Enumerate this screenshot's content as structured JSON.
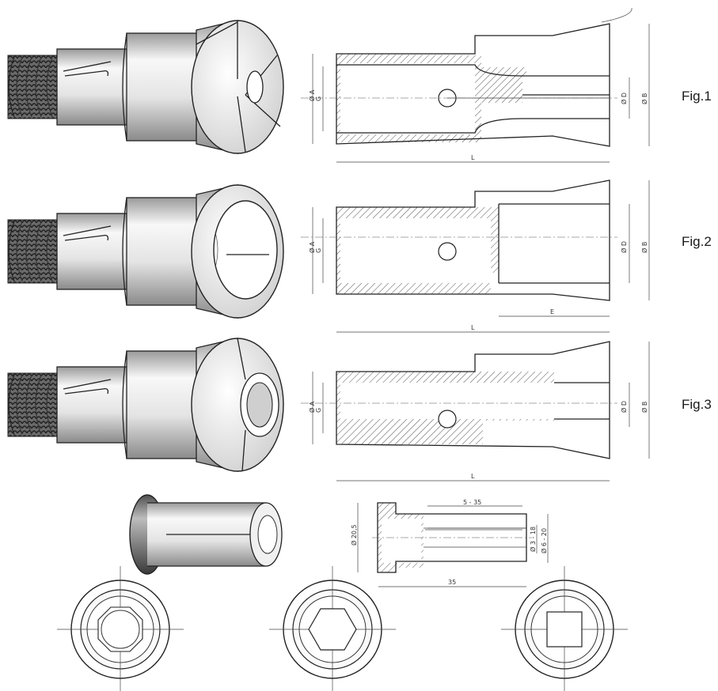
{
  "figure_labels": [
    "Fig.1",
    "Fig.2",
    "Fig.3"
  ],
  "dimensions": {
    "fig1": {
      "diam_a": "Ø A",
      "g": "G",
      "diam_d": "Ø D",
      "diam_b": "Ø B",
      "l": "L"
    },
    "fig2": {
      "diam_a": "Ø A",
      "g": "G",
      "diam_d": "Ø D",
      "diam_b": "Ø B",
      "e": "E",
      "l": "L"
    },
    "fig3": {
      "diam_a": "Ø A",
      "g": "G",
      "diam_d": "Ø D",
      "diam_b": "Ø B",
      "l": "L"
    },
    "pad": {
      "width_range": "5 - 35",
      "diam_ext": "Ø 20,5",
      "bore_range": "Ø 3 - 18",
      "outer_range": "Ø 6 - 20",
      "length": "35"
    }
  },
  "colors": {
    "line": "#222222",
    "hatch": "#555555",
    "shade_dark": "#7a7a7a",
    "shade_light": "#f4f4f4"
  }
}
